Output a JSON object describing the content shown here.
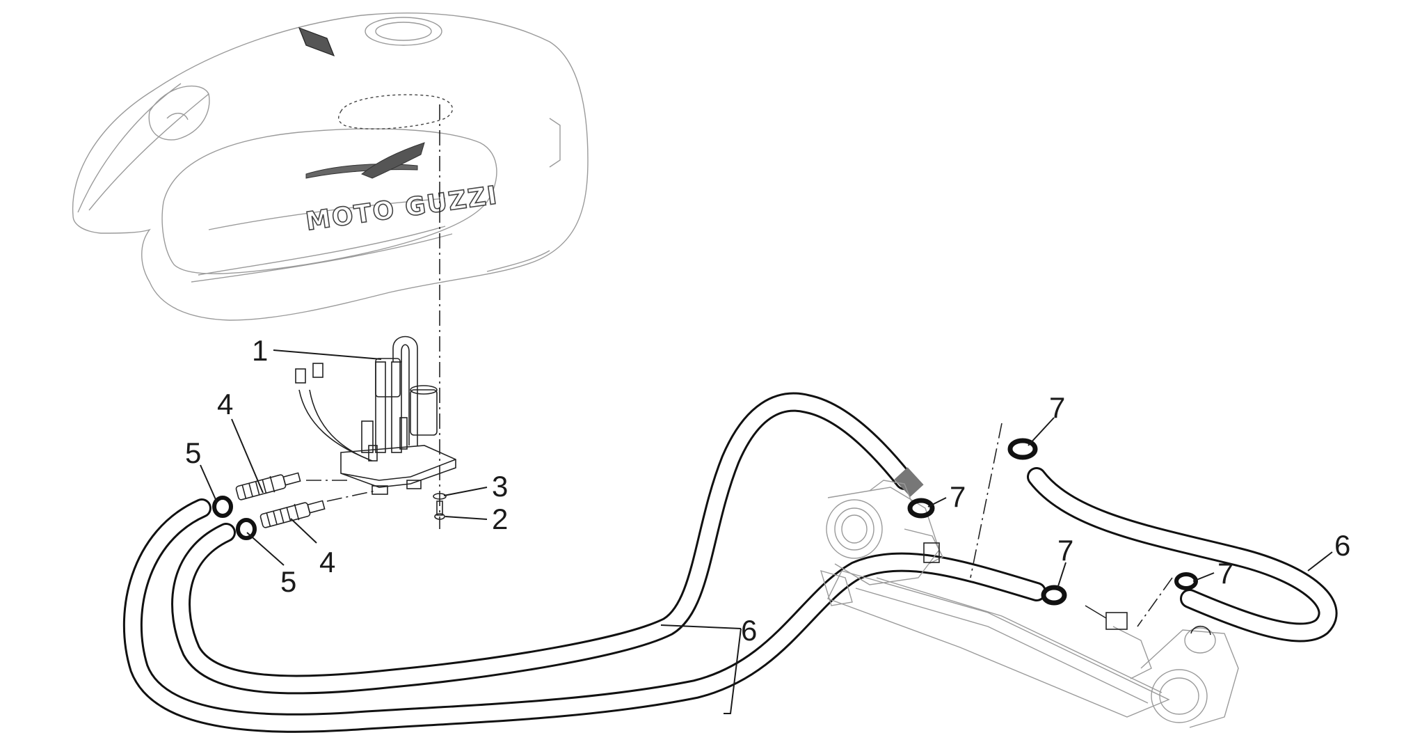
{
  "diagram": {
    "tank_logo_text": "MOTO GUZZI",
    "callouts": [
      {
        "id": "c1",
        "label": "1"
      },
      {
        "id": "c2",
        "label": "2"
      },
      {
        "id": "c3",
        "label": "3"
      },
      {
        "id": "c4a",
        "label": "4"
      },
      {
        "id": "c4b",
        "label": "4"
      },
      {
        "id": "c5a",
        "label": "5"
      },
      {
        "id": "c5b",
        "label": "5"
      },
      {
        "id": "c6a",
        "label": "6"
      },
      {
        "id": "c6b",
        "label": "6"
      },
      {
        "id": "c7a",
        "label": "7"
      },
      {
        "id": "c7b",
        "label": "7"
      },
      {
        "id": "c7c",
        "label": "7"
      },
      {
        "id": "c7d",
        "label": "7"
      }
    ]
  }
}
